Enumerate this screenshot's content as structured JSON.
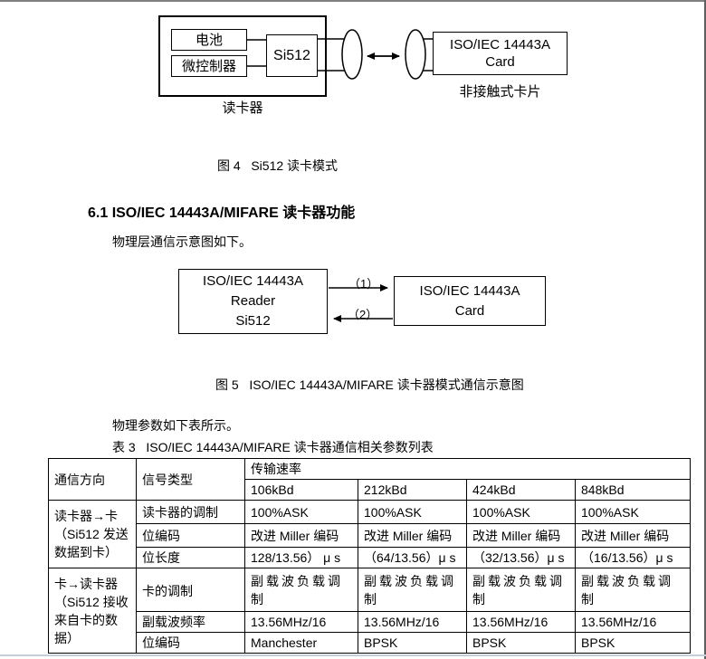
{
  "fig4": {
    "battery": "电池",
    "mcu": "微控制器",
    "chip": "Si512",
    "card_line1": "ISO/IEC 14443A",
    "card_line2": "Card",
    "reader_label": "读卡器",
    "card_label": "非接触式卡片",
    "caption": "图 4   Si512 读卡模式"
  },
  "section": {
    "heading": "6.1 ISO/IEC 14443A/MIFARE 读卡器功能",
    "intro1": "物理层通信示意图如下。",
    "intro2": "物理参数如下表所示。"
  },
  "fig5": {
    "reader_line1": "ISO/IEC 14443A",
    "reader_line2": "Reader",
    "reader_line3": "Si512",
    "card_line1": "ISO/IEC 14443A",
    "card_line2": "Card",
    "arrow1_label": "（1）",
    "arrow2_label": "（2）",
    "caption": "图 5   ISO/IEC 14443A/MIFARE 读卡器模式通信示意图"
  },
  "table": {
    "caption": "表 3   ISO/IEC 14443A/MIFARE 读卡器通信相关参数列表",
    "header": {
      "col1": "通信方向",
      "col2": "信号类型",
      "col3": "传输速率",
      "rates": [
        "106kBd",
        "212kBd",
        "424kBd",
        "848kBd"
      ]
    },
    "groups": [
      {
        "direction": "读卡器→卡（Si512 发送数据到卡）",
        "rows": [
          {
            "label": "读卡器的调制",
            "values": [
              "100%ASK",
              "100%ASK",
              "100%ASK",
              "100%ASK"
            ]
          },
          {
            "label": "位编码",
            "values": [
              "改进 Miller 编码",
              "改进 Miller 编码",
              "改进 Miller 编码",
              "改进 Miller 编码"
            ]
          },
          {
            "label": "位长度",
            "values": [
              "128/13.56） μ s",
              "（64/13.56）μ s",
              "（32/13.56）μ s",
              "（16/13.56）μ s"
            ]
          }
        ]
      },
      {
        "direction": "卡→读卡器（Si512 接收来自卡的数据）",
        "rows": [
          {
            "label": "卡的调制",
            "values": [
              "副载波负载调制",
              "副载波负载调制",
              "副载波负载调制",
              "副载波负载调制"
            ]
          },
          {
            "label": "副载波频率",
            "values": [
              "13.56MHz/16",
              "13.56MHz/16",
              "13.56MHz/16",
              "13.56MHz/16"
            ]
          },
          {
            "label": "位编码",
            "values": [
              "Manchester",
              "BPSK",
              "BPSK",
              "BPSK"
            ]
          }
        ]
      }
    ]
  },
  "colors": {
    "text": "#000000",
    "diagram_line": "#000000",
    "table_border": "#000000",
    "window_top_edge": "#7f7f7f",
    "window_right_edge": "#5f5f5f",
    "bottom_rule": "#c5cedb"
  }
}
